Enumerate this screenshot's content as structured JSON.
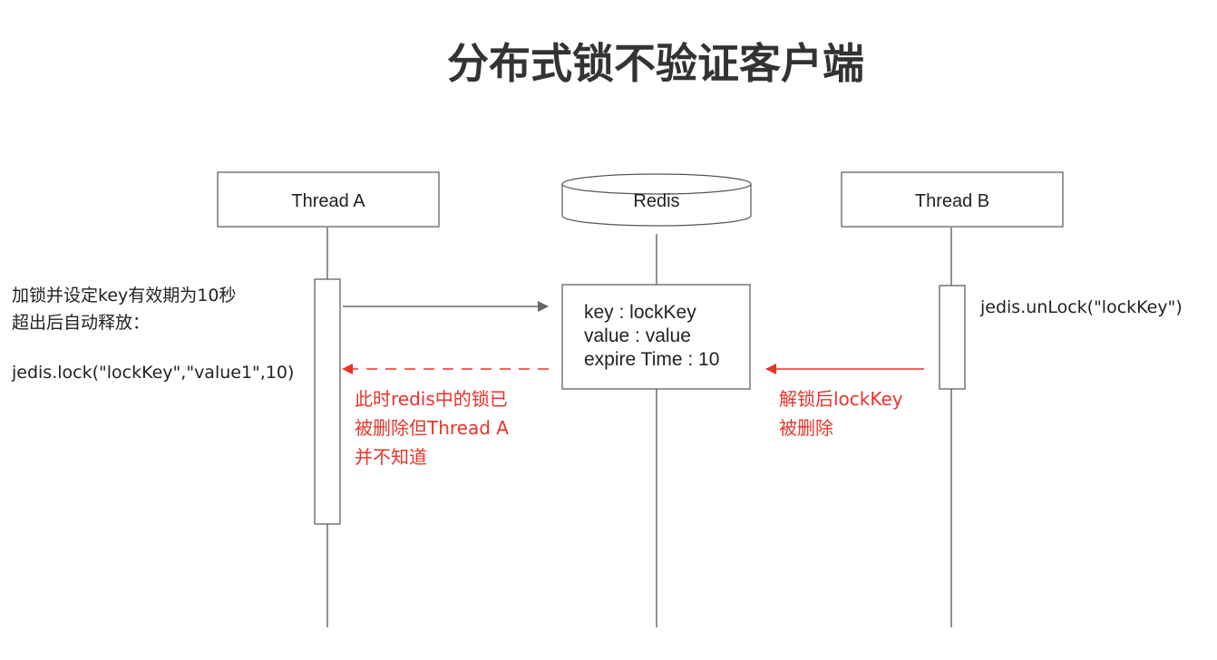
{
  "title": "分布式锁不验证客户端",
  "colors": {
    "line": "#555555",
    "lifeline": "#6e6e6e",
    "arrow": "#666666",
    "red": "#e8332a",
    "text": "#222222"
  },
  "participants": {
    "thread_a": {
      "label": "Thread A",
      "shape": "rectangle"
    },
    "redis": {
      "label": "Redis",
      "shape": "cylinder"
    },
    "thread_b": {
      "label": "Thread B",
      "shape": "rectangle"
    }
  },
  "thread_a_note": {
    "line1": "加锁并设定key有效期为10秒",
    "line2": "超出后自动释放：",
    "line3": "jedis.lock(\"lockKey\",\"value1\",10)"
  },
  "redis_entry": {
    "line1": "key : lockKey",
    "line2": "value : value",
    "line3": "expire Time : 10"
  },
  "thread_b_note": {
    "line1": "jedis.unLock(\"lockKey\")"
  },
  "red_note_left": {
    "line1": "此时redis中的锁已",
    "line2": "被删除但Thread A",
    "line3": "并不知道"
  },
  "red_note_right": {
    "line1": "解锁后lockKey",
    "line2": "被删除"
  },
  "messages": [
    {
      "from": "thread_a",
      "to": "redis",
      "style": "solid",
      "color": "gray"
    },
    {
      "from": "redis",
      "to": "thread_a",
      "style": "dashed",
      "color": "red"
    },
    {
      "from": "thread_b",
      "to": "redis",
      "style": "solid",
      "color": "red"
    }
  ]
}
